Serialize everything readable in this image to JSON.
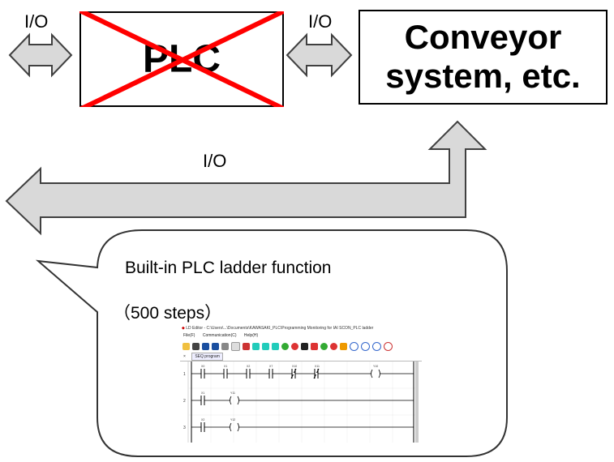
{
  "labels": {
    "io_left_top": "I/O",
    "io_mid_top": "I/O",
    "io_bottom": "I/O"
  },
  "plc_box": {
    "label": "PLC"
  },
  "conveyor_box": {
    "line1": "Conveyor",
    "line2": "system, etc."
  },
  "callout": {
    "line1": "Built-in PLC ladder function",
    "line2": "（500 steps）"
  },
  "screenshot": {
    "window_title": "LD Editor - C:\\Users\\...\\Documents\\KAWASAKI_PLC\\Programming Monitoring for IAI SCON_PLC ladder",
    "menu": [
      "File(F)",
      "Communication(C)",
      "Help(H)"
    ],
    "tab": "SEQ program",
    "rows": [
      {
        "num": "1",
        "contacts": [
          "X0",
          "X1",
          "X2",
          "X7",
          "X10",
          "X11"
        ],
        "output": "Y10"
      },
      {
        "num": "2",
        "contacts": [
          "X1"
        ],
        "output": "Y11"
      },
      {
        "num": "3",
        "contacts": [
          "X2"
        ],
        "output": "Y12"
      }
    ]
  },
  "colors": {
    "cross": "#ff0000",
    "arrow_fill": "#d9d9d9",
    "arrow_stroke": "#404040"
  }
}
